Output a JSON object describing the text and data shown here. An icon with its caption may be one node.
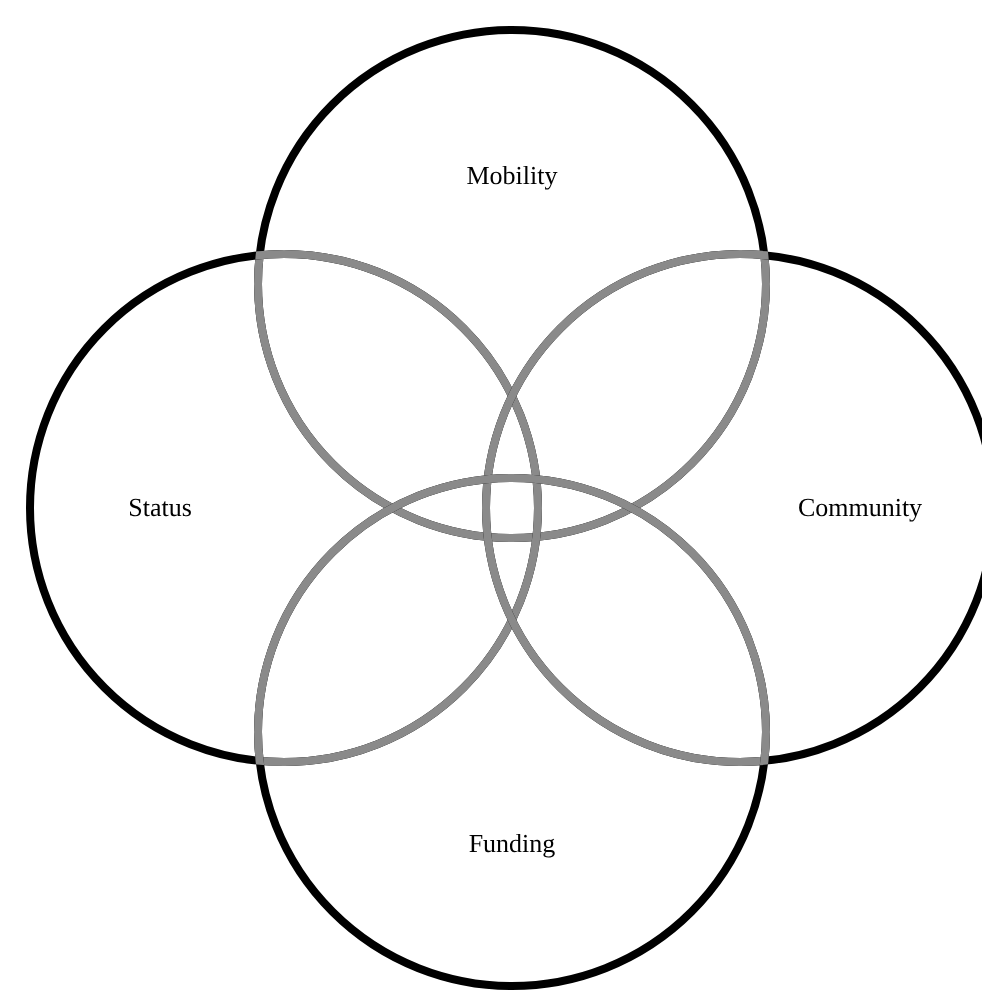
{
  "diagram": {
    "nodes": [
      {
        "text": [
          "Mobility"
        ]
      },
      {
        "text": [
          "Status"
        ]
      },
      {
        "text": [
          "Community"
        ]
      },
      {
        "text": [
          "Funding"
        ]
      }
    ],
    "edges": []
  }
}
